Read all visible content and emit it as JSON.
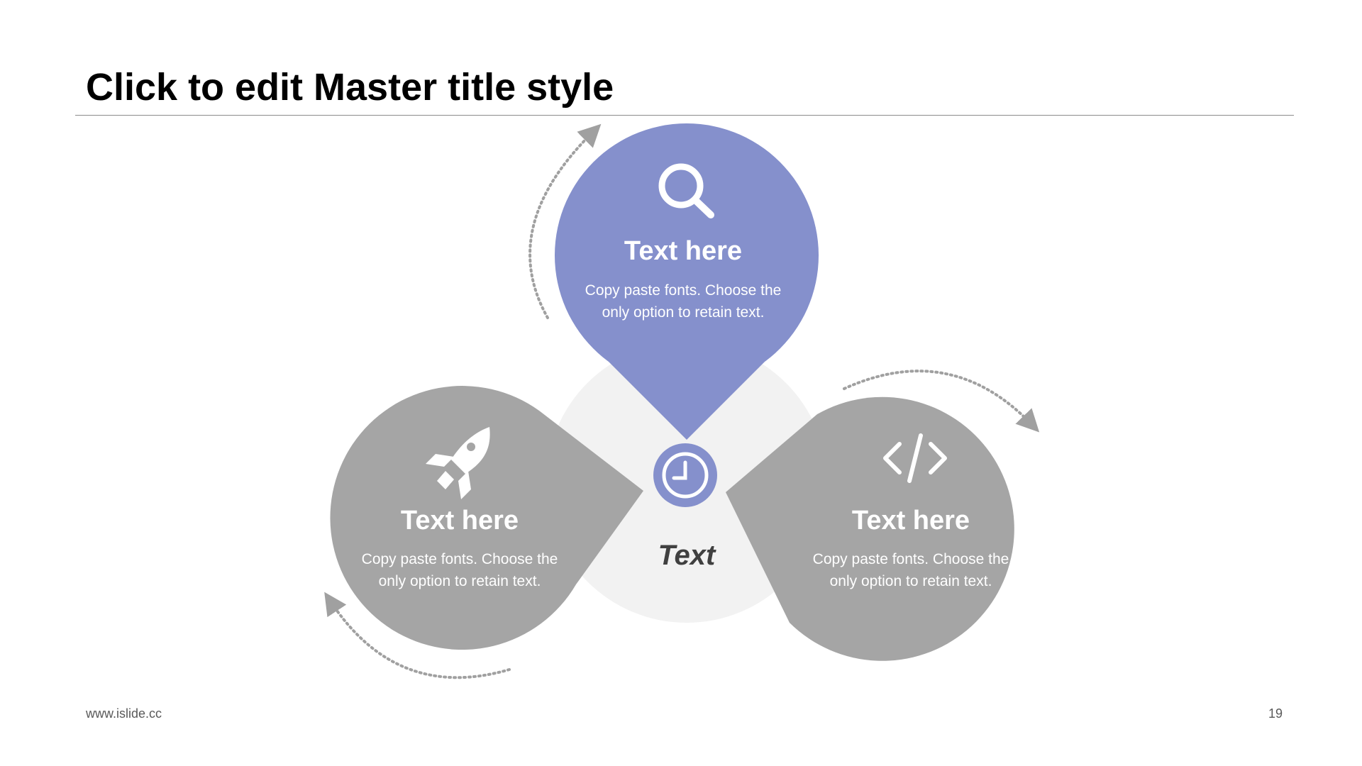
{
  "slide": {
    "title": "Click to edit Master title style",
    "footer_url": "www.islide.cc",
    "page_number": "19"
  },
  "center": {
    "label": "Text",
    "icon": "clock-icon"
  },
  "petals": [
    {
      "id": "top",
      "heading": "Text here",
      "body_line1": "Copy paste fonts. Choose the",
      "body_line2": "only option to retain text.",
      "icon": "search-icon",
      "color": "#8590CC"
    },
    {
      "id": "left",
      "heading": "Text here",
      "body_line1": "Copy paste fonts. Choose the",
      "body_line2": "only option to retain text.",
      "icon": "rocket-icon",
      "color": "#A5A5A5"
    },
    {
      "id": "right",
      "heading": "Text here",
      "body_line1": "Copy paste fonts. Choose the",
      "body_line2": "only option to retain text.",
      "icon": "code-icon",
      "color": "#A5A5A5"
    }
  ],
  "colors": {
    "accent": "#8590CC",
    "gray_petal": "#A5A5A5",
    "center_disc": "#F2F2F2",
    "arrow": "#A0A0A0"
  }
}
